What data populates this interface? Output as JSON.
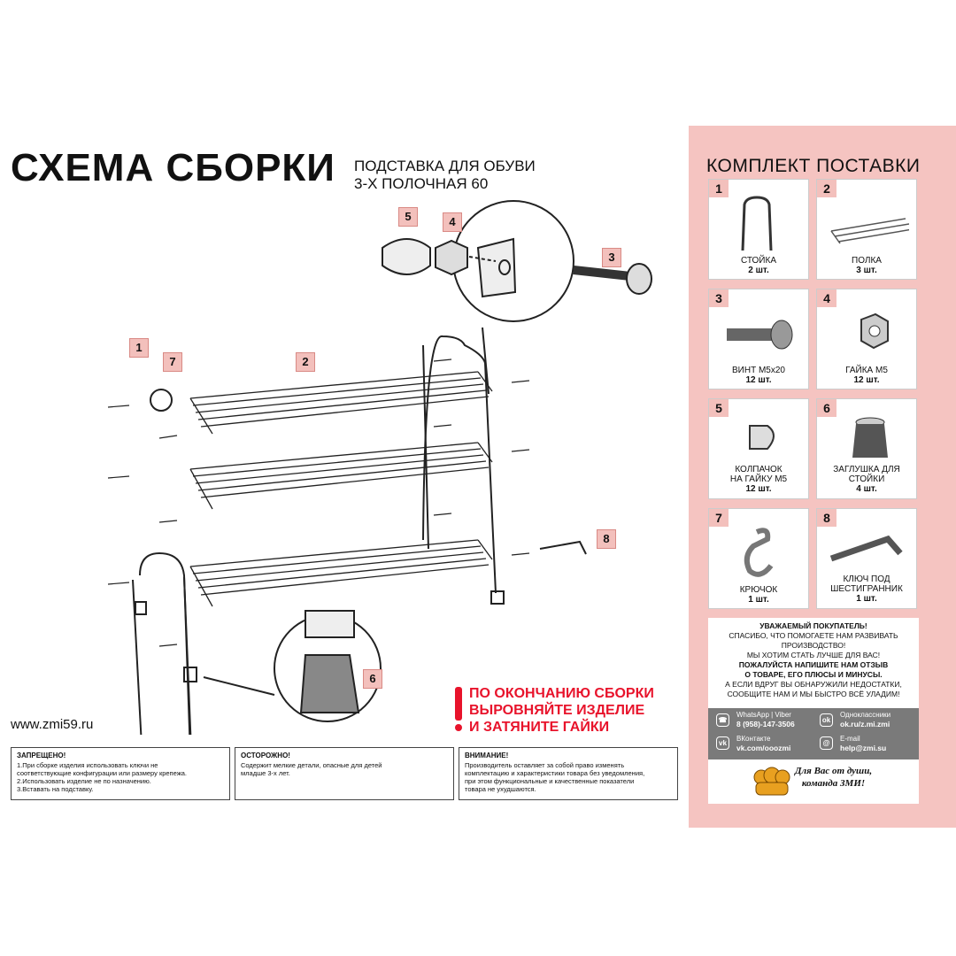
{
  "header": {
    "title": "СХЕМА СБОРКИ",
    "subtitle_line1": "ПОДСТАВКА ДЛЯ ОБУВИ",
    "subtitle_line2": "3-Х ПОЛОЧНАЯ 60"
  },
  "callouts": [
    "1",
    "2",
    "3",
    "4",
    "5",
    "6",
    "7",
    "8"
  ],
  "website": "www.zmi59.ru",
  "notice": {
    "line1": "ПО ОКОНЧАНИЮ СБОРКИ",
    "line2": "ВЫРОВНЯЙТЕ ИЗДЕЛИЕ",
    "line3": "И ЗАТЯНИТЕ ГАЙКИ",
    "color": "#e8132b"
  },
  "warnings": [
    {
      "title": "ЗАПРЕЩЕНО!",
      "text": "1.При сборке изделия использовать ключи не\nсоответствующие конфигурации или размеру крепежа.\n2.Использовать изделие не по назначению.\n3.Вставать на подставку."
    },
    {
      "title": "ОСТОРОЖНО!",
      "text": "Содержит мелкие детали, опасные для детей\nмладше 3-х лет."
    },
    {
      "title": "ВНИМАНИЕ!",
      "text": "Производитель оставляет за собой право изменять\nкомплектацию и характеристики товара без уведомления,\nпри этом функциональные и качественные показатели\nтовара не ухудшаются."
    }
  ],
  "kit": {
    "title": "КОМПЛЕКТ ПОСТАВКИ",
    "items": [
      {
        "num": "1",
        "name": "СТОЙКА",
        "name2": "",
        "qty": "2 шт."
      },
      {
        "num": "2",
        "name": "ПОЛКА",
        "name2": "",
        "qty": "3 шт."
      },
      {
        "num": "3",
        "name": "ВИНТ М5х20",
        "name2": "",
        "qty": "12 шт."
      },
      {
        "num": "4",
        "name": "ГАЙКА М5",
        "name2": "",
        "qty": "12 шт."
      },
      {
        "num": "5",
        "name": "КОЛПАЧОК",
        "name2": "НА ГАЙКУ М5",
        "qty": "12 шт."
      },
      {
        "num": "6",
        "name": "ЗАГЛУШКА ДЛЯ",
        "name2": "СТОЙКИ",
        "qty": "4 шт."
      },
      {
        "num": "7",
        "name": "КРЮЧОК",
        "name2": "",
        "qty": "1 шт."
      },
      {
        "num": "8",
        "name": "КЛЮЧ ПОД",
        "name2": "ШЕСТИГРАННИК",
        "qty": "1 шт."
      }
    ]
  },
  "message": {
    "l1": "УВАЖАЕМЫЙ ПОКУПАТЕЛЬ!",
    "l2": "СПАСИБО, ЧТО ПОМОГАЕТЕ НАМ РАЗВИВАТЬ",
    "l3": "ПРОИЗВОДСТВО!",
    "l4": "МЫ ХОТИМ СТАТЬ ЛУЧШЕ ДЛЯ ВАС!",
    "l5": "ПОЖАЛУЙСТА НАПИШИТЕ НАМ ОТЗЫВ",
    "l6": "О ТОВАРЕ, ЕГО ПЛЮСЫ И МИНУСЫ.",
    "l7": "А ЕСЛИ ВДРУГ ВЫ ОБНАРУЖИЛИ НЕДОСТАТКИ,",
    "l8": "СООБЩИТЕ НАМ И МЫ БЫСТРО ВСЁ УЛАДИМ!"
  },
  "contacts": {
    "wa_label": "WhatsApp | Viber",
    "wa_value": "8 (958)-147-3506",
    "ok_label": "Одноклассники",
    "ok_value": "ok.ru/z.mi.zmi",
    "vk_label": "ВКонтакте",
    "vk_value": "vk.com/ooozmi",
    "mail_label": "E-mail",
    "mail_value": "help@zmi.su"
  },
  "slogan": {
    "l1": "Для Вас от души,",
    "l2": "команда ЗМИ!"
  },
  "colors": {
    "panel": "#f5c4c1",
    "label": "#f3c0bc",
    "contacts_bg": "#7a7a7a"
  }
}
